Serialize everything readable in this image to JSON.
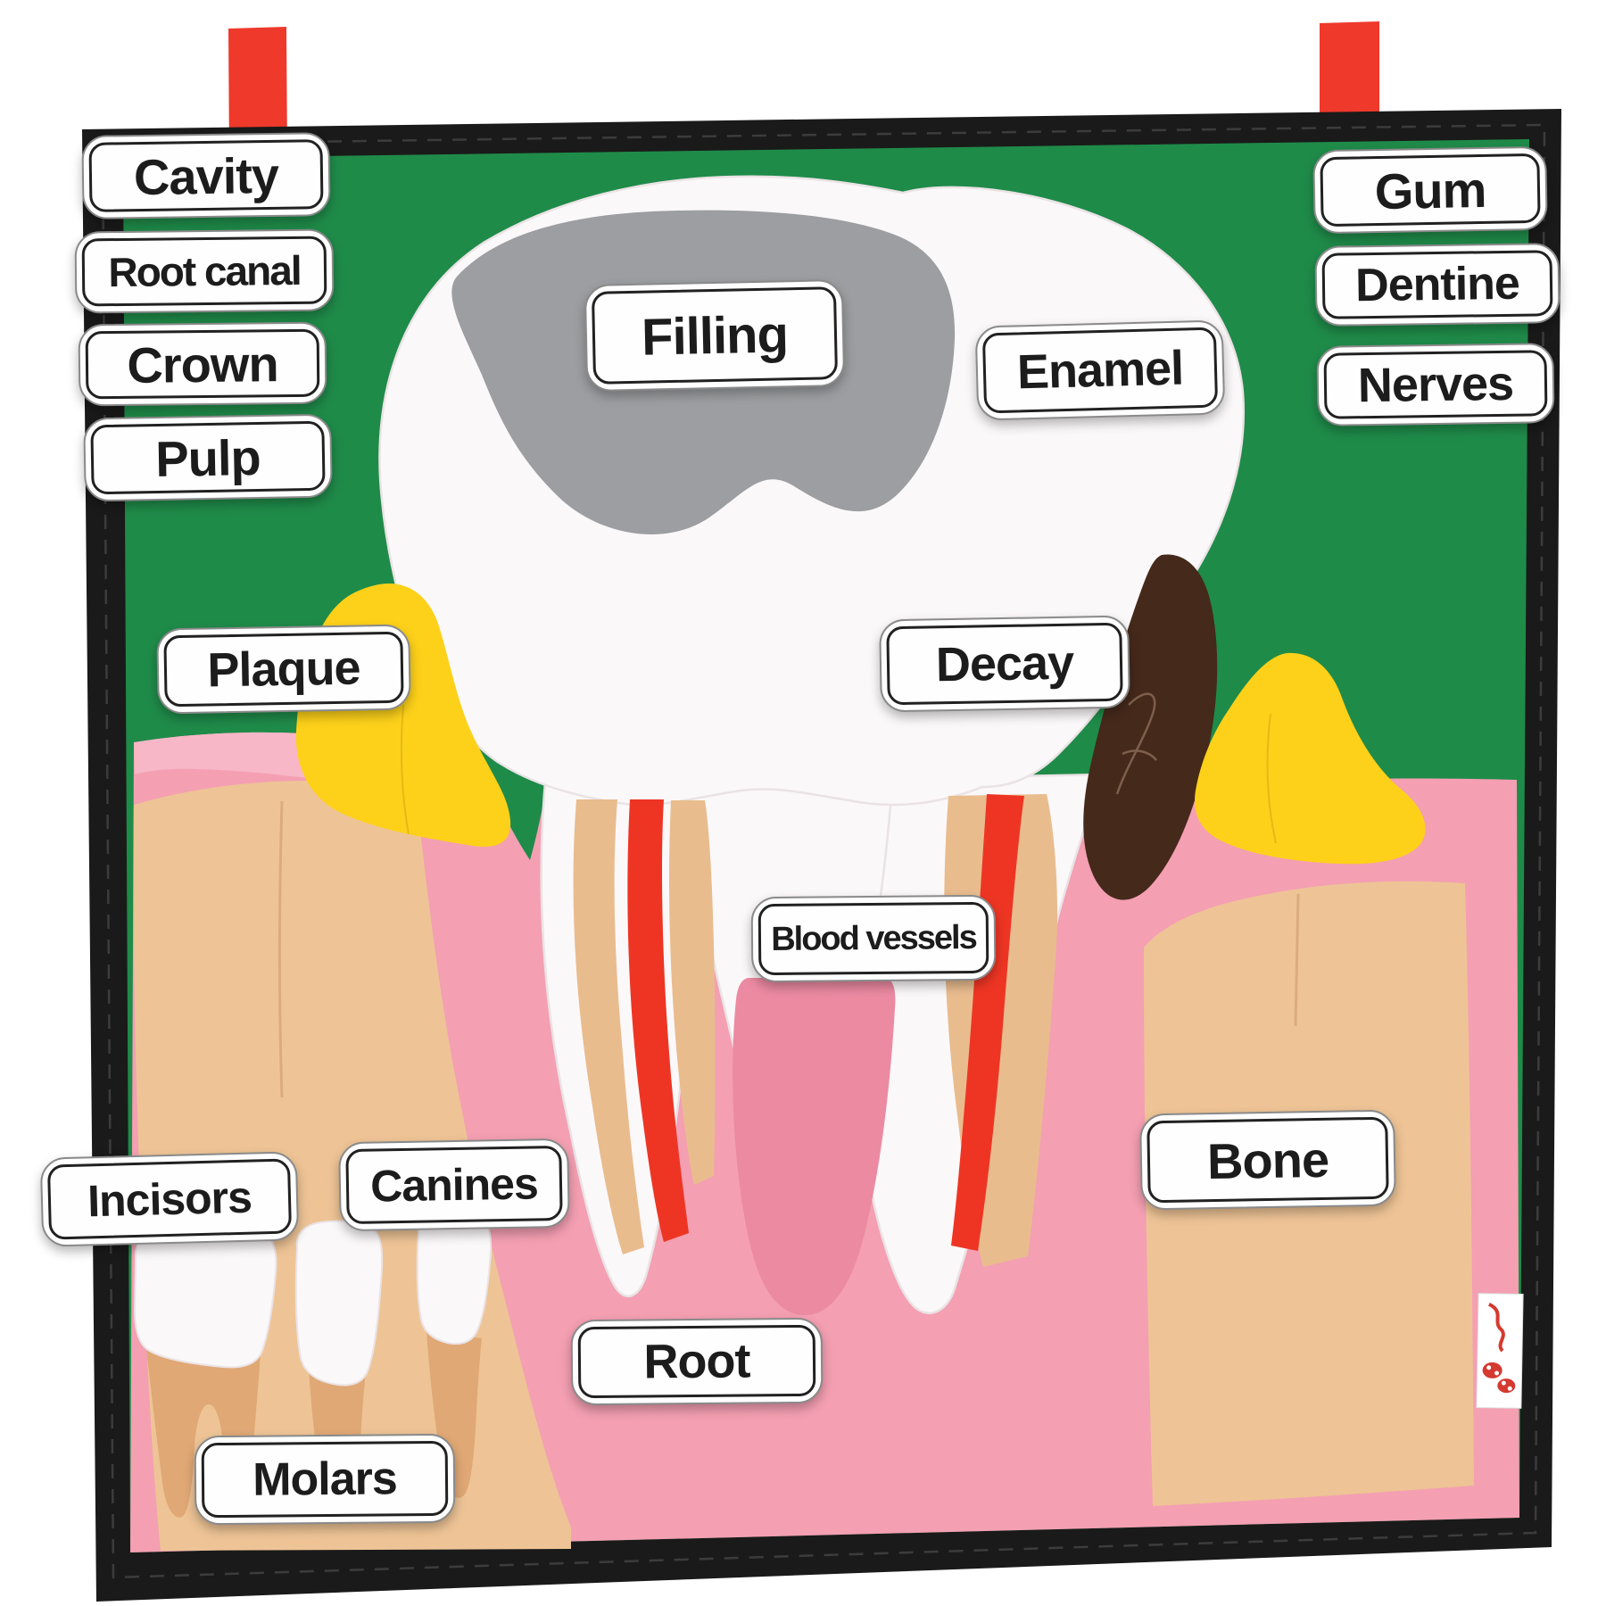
{
  "labels": {
    "cavity": "Cavity",
    "root_canal": "Root canal",
    "crown": "Crown",
    "pulp": "Pulp",
    "gum": "Gum",
    "dentine": "Dentine",
    "nerves": "Nerves",
    "filling": "Filling",
    "enamel": "Enamel",
    "plaque": "Plaque",
    "decay": "Decay",
    "blood_vessels": "Blood vessels",
    "incisors": "Incisors",
    "canines": "Canines",
    "root": "Root",
    "bone": "Bone",
    "molars": "Molars"
  },
  "colors": {
    "mat_green": "#1f8b49",
    "mat_border": "#1a1a1a",
    "stitch": "#3c3c3c",
    "ribbon_red": "#ee392b",
    "gum_pink": "#f49fb2",
    "gum_light_pink": "#f7b7c7",
    "pulp_pink": "#ec8aa2",
    "bone_tan": "#eec496",
    "tooth_root_tan": "#e0a875",
    "dentine_tan": "#e9bc8e",
    "vessel_red": "#ee3524",
    "tooth_white": "#fbf8f9",
    "filling_gray": "#9c9ea1",
    "decay_brown": "#45291b",
    "plaque_yellow": "#fdd11a",
    "label_bg": "#fefefe",
    "label_line": "#212121",
    "label_text": "#1c1c1c",
    "tag_red": "#d43a2f"
  }
}
